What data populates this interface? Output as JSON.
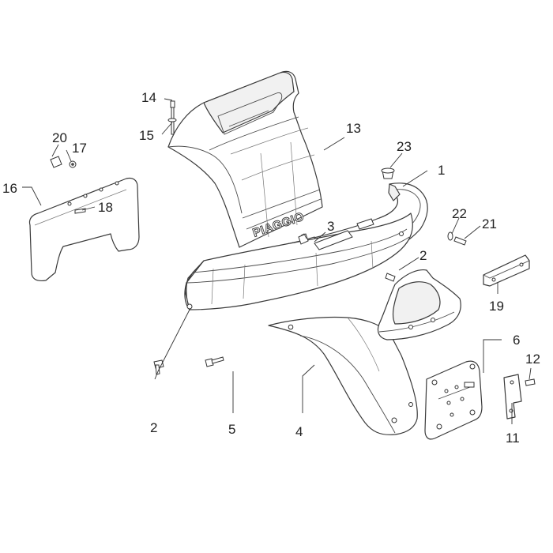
{
  "callouts": {
    "c1": "1",
    "c2a": "2",
    "c2b": "2",
    "c3": "3",
    "c4": "4",
    "c5": "5",
    "c6": "6",
    "c11": "11",
    "c12": "12",
    "c13": "13",
    "c14": "14",
    "c15": "15",
    "c16": "16",
    "c17": "17",
    "c18": "18",
    "c19": "19",
    "c20": "20",
    "c21": "21",
    "c22": "22",
    "c23": "23"
  },
  "brand_text": "PIAGGIO"
}
